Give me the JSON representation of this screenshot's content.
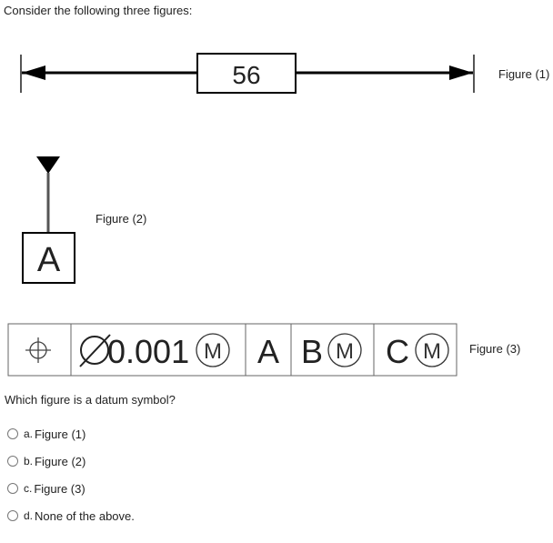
{
  "intro": "Consider the following three figures:",
  "figure1": {
    "dimension_value": "56",
    "label": "Figure (1)"
  },
  "figure2": {
    "datum_letter": "A",
    "label": "Figure (2)"
  },
  "figure3": {
    "tolerance": "0.001",
    "modifier": "M",
    "datum_a": "A",
    "datum_b": "B",
    "datum_c": "C",
    "label": "Figure (3)"
  },
  "question": "Which figure is a datum symbol?",
  "options": [
    {
      "letter": "a.",
      "text": "Figure (1)"
    },
    {
      "letter": "b.",
      "text": "Figure (2)"
    },
    {
      "letter": "c.",
      "text": "Figure (3)"
    },
    {
      "letter": "d.",
      "text": "None of the above."
    }
  ]
}
